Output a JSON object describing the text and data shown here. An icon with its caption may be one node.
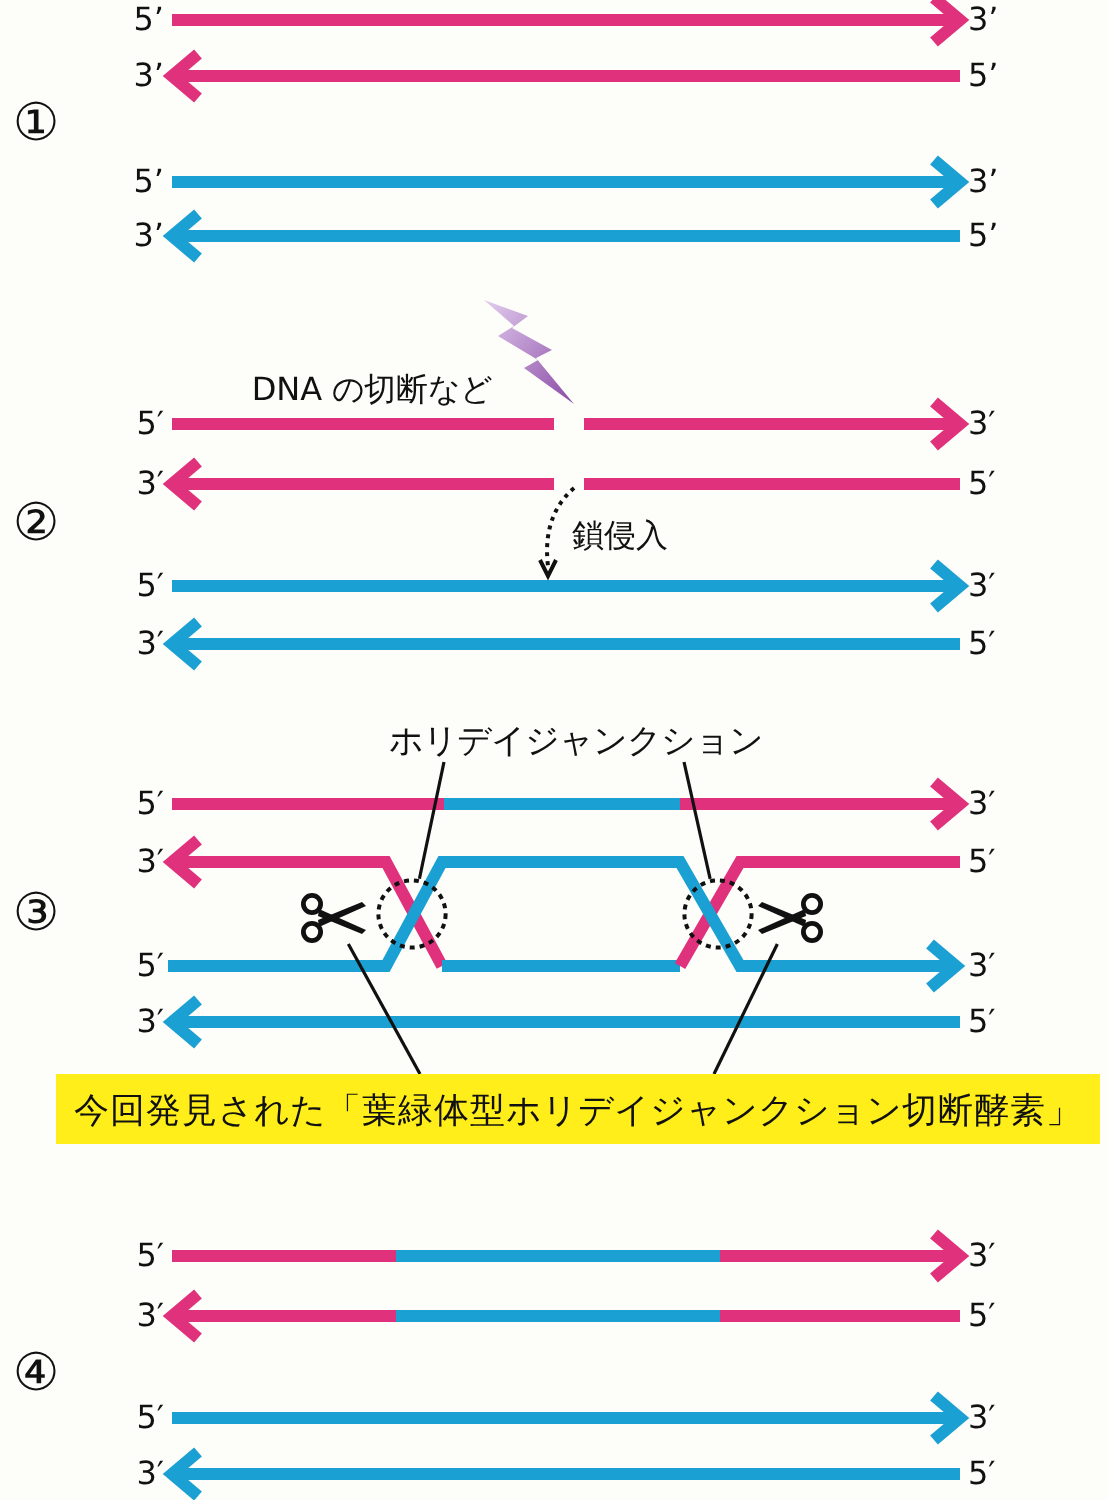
{
  "diagram": {
    "nodes": [
      {
        "text": [
          "ホリデイジャンクション"
        ]
      },
      {
        "text": [],
        "shape": "circle"
      },
      {
        "text": [],
        "shape": "circle"
      },
      {
        "text": [
          "今回発見された「葉緑体型ホリデイジャンクション切断酵素」"
        ]
      },
      {
        "text": [],
        "shape": "scissors"
      },
      {
        "text": [],
        "shape": "scissors"
      }
    ],
    "edges": [
      {
        "from": 0,
        "to": 1,
        "arrow": "none"
      },
      {
        "from": 0,
        "to": 2,
        "arrow": "none"
      },
      {
        "from": 3,
        "to": 4,
        "arrow": "none"
      },
      {
        "from": 3,
        "to": 5,
        "arrow": "none"
      }
    ],
    "labels": [
      "5’",
      "3’",
      "3’",
      "5’",
      "①",
      "5’",
      "3’",
      "3’",
      "5’",
      "DNA の切断など",
      "5′",
      "3′",
      "3′",
      "5′",
      "②",
      "鎖侵入",
      "5′",
      "3′",
      "3′",
      "5′",
      "5′",
      "3′",
      "3′",
      "5′",
      "③",
      "5′",
      "3′",
      "3′",
      "5′",
      "5′",
      "3′",
      "3′",
      "5′",
      "④",
      "5′",
      "3′",
      "3′",
      "5′"
    ]
  }
}
